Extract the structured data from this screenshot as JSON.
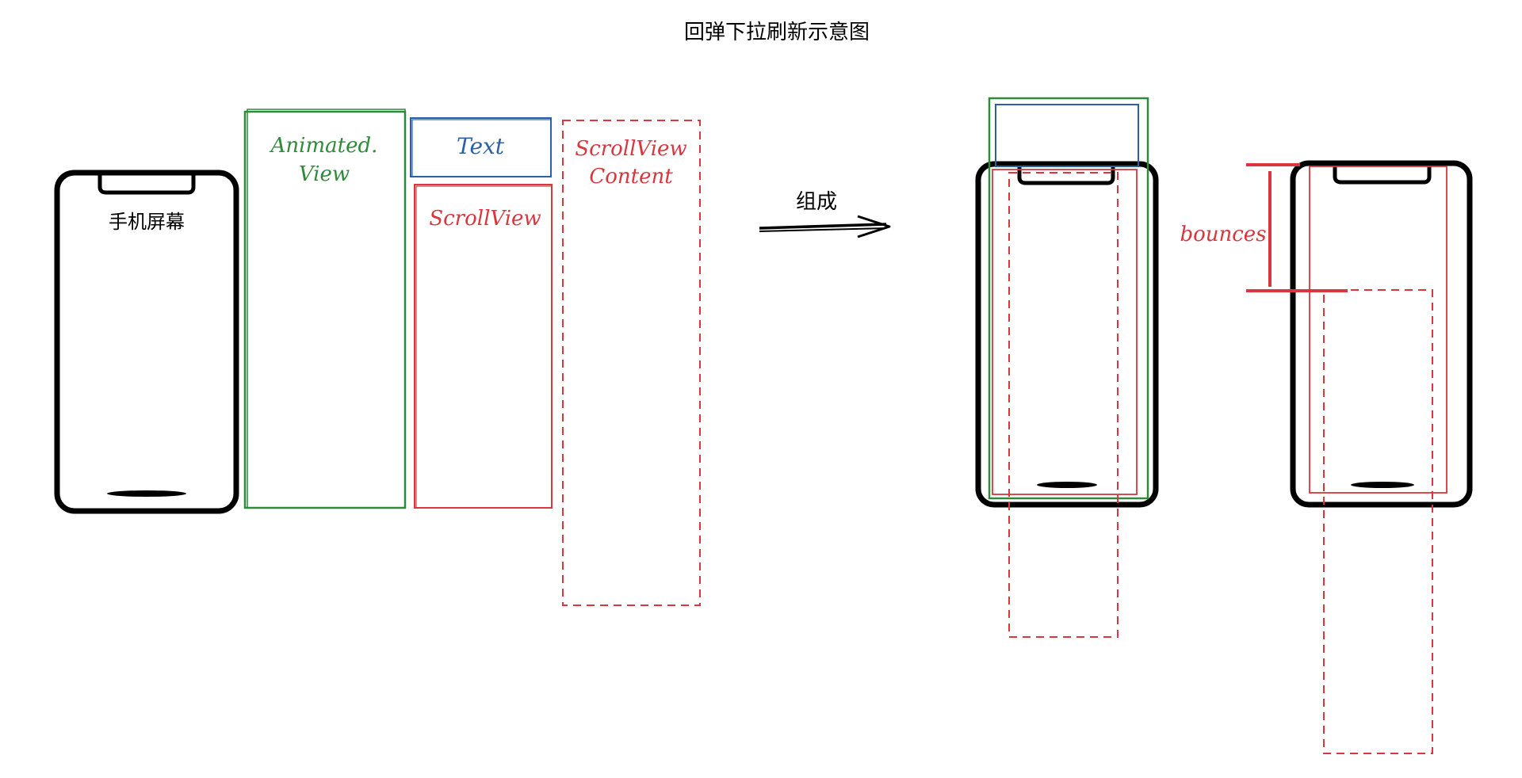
{
  "title": "回弹下拉刷新示意图",
  "labels": {
    "phone_screen": "手机屏幕",
    "animated_view_line1": "Animated.",
    "animated_view_line2": "View",
    "text": "Text",
    "scrollview": "ScrollView",
    "scrollview_content_line1": "ScrollView",
    "scrollview_content_line2": "Content",
    "compose": "组成",
    "bounces": "bounces"
  },
  "colors": {
    "phone": "#000000",
    "animated_view": "#2f8a3a",
    "text_box": "#2d5fa8",
    "scrollview": "#d9363e"
  }
}
